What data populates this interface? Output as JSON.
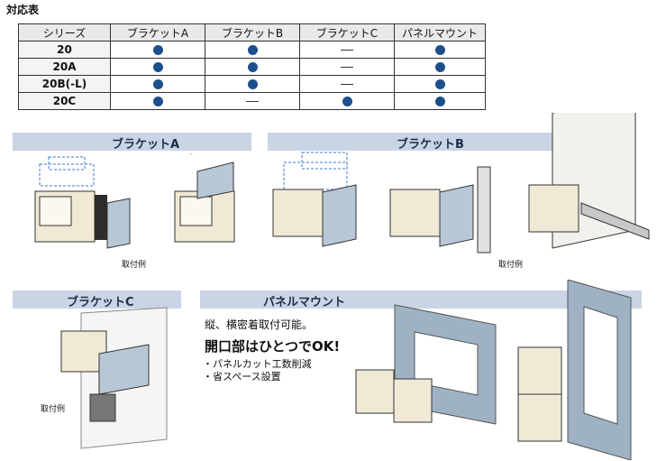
{
  "table": {
    "title": "対応表",
    "headers": [
      "シリーズ",
      "ブラケットA",
      "ブラケットB",
      "ブラケットC",
      "パネルマウント"
    ],
    "rows": [
      {
        "series": "20",
        "marks": [
          "dot",
          "dot",
          "dash",
          "dot"
        ]
      },
      {
        "series": "20A",
        "marks": [
          "dot",
          "dot",
          "dash",
          "dot"
        ]
      },
      {
        "series": "20B(-L)",
        "marks": [
          "dot",
          "dot",
          "dash",
          "dot"
        ]
      },
      {
        "series": "20C",
        "marks": [
          "dot",
          "dash",
          "dot",
          "dot"
        ]
      }
    ],
    "dot_color": "#1d4f8a"
  },
  "sections": {
    "bracket_a": {
      "title": "ブラケットA",
      "caption": "取付例"
    },
    "bracket_b": {
      "title": "ブラケットB",
      "caption": "取付例"
    },
    "bracket_c": {
      "title": "ブラケットC",
      "caption": "取付例"
    },
    "panel": {
      "title": "パネルマウント",
      "description": "縦、横密着取付可能。",
      "headline": "開口部はひとつでOK!",
      "bullets": [
        "・パネルカット工数削減",
        "・省スペース設置"
      ]
    }
  },
  "colors": {
    "band": "#c9d5e4",
    "band_text": "#1d2c4a",
    "panel": "#9fb2c4",
    "device": "#efe9d6"
  }
}
